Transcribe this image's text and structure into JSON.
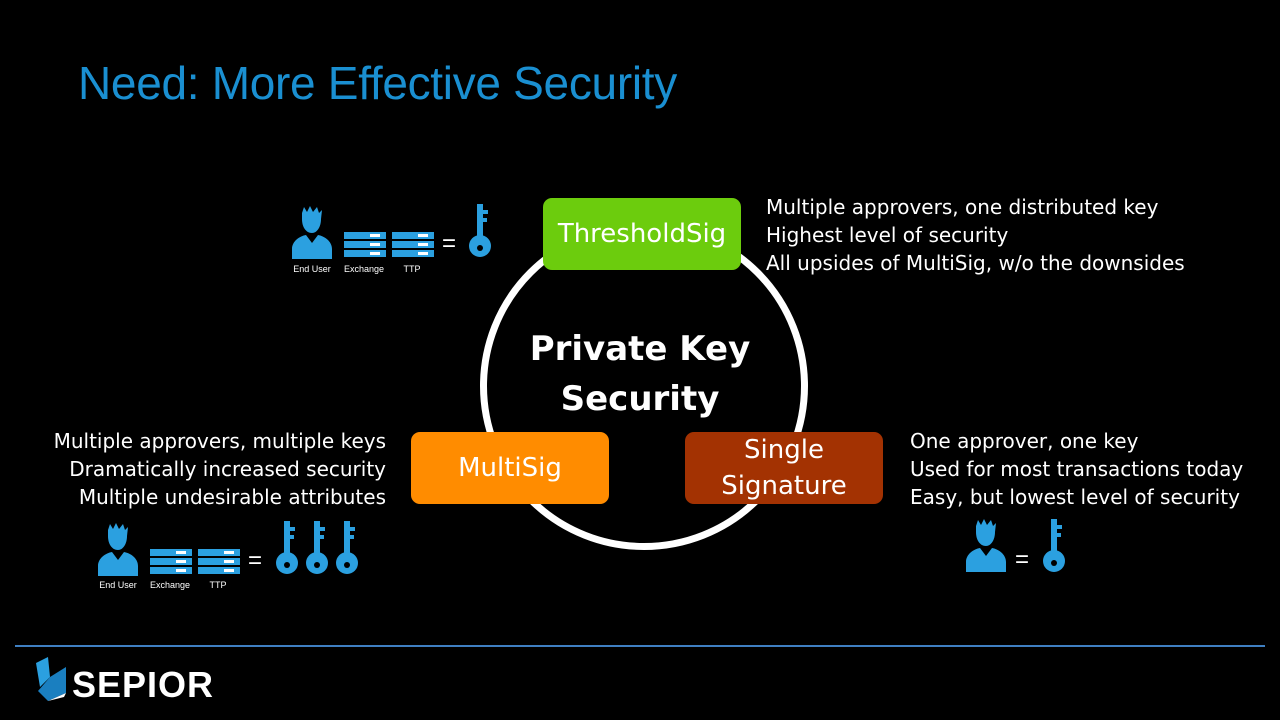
{
  "title": "Need: More Effective Security",
  "center": {
    "line1": "Private Key",
    "line2": "Security"
  },
  "boxes": {
    "threshold": {
      "label": "ThresholdSig",
      "color": "#6ccc0d"
    },
    "multisig": {
      "label": "MultiSig",
      "color": "#ff8c00"
    },
    "single": {
      "line1": "Single",
      "line2": "Signature",
      "color": "#a33202"
    }
  },
  "descriptions": {
    "threshold": [
      "Multiple approvers, one distributed key",
      "Highest level of security",
      "All upsides of MultiSig, w/o the downsides"
    ],
    "multisig": [
      "Multiple approvers, multiple keys",
      "Dramatically increased security",
      "Multiple undesirable attributes"
    ],
    "single": [
      "One approver, one key",
      "Used for most transactions today",
      "Easy, but lowest level of security"
    ]
  },
  "party_labels": {
    "user": "End User",
    "exchange": "Exchange",
    "ttp": "TTP"
  },
  "equals": "=",
  "logo": {
    "name": "SEPIOR"
  },
  "icons": {
    "user": "user-icon",
    "server": "server-icon",
    "key": "key-icon"
  },
  "accent_color": "#1a8fd1"
}
